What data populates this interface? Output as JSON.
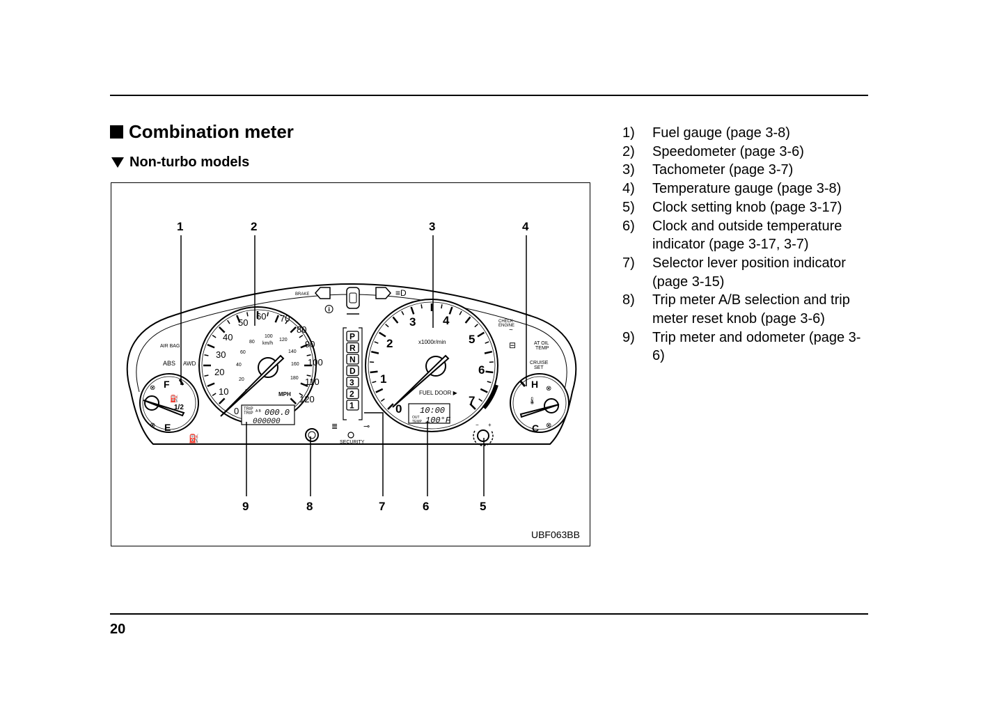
{
  "section": {
    "title": "Combination meter",
    "marker_icon": "square-icon"
  },
  "subsection": {
    "title": "Non-turbo models",
    "marker_icon": "triangle-down-icon"
  },
  "figure": {
    "code": "UBF063BB",
    "callouts_top": [
      "1",
      "2",
      "3",
      "4"
    ],
    "callouts_bottom": [
      "9",
      "8",
      "7",
      "6",
      "5"
    ],
    "speedometer": {
      "mph_labels": [
        "0",
        "10",
        "20",
        "30",
        "40",
        "50",
        "60",
        "70",
        "80",
        "90",
        "100",
        "110",
        "120"
      ],
      "kmh_labels": [
        "0",
        "20",
        "40",
        "60",
        "80",
        "100",
        "120",
        "140",
        "160",
        "180"
      ],
      "kmh_unit": "km/h",
      "mph_unit": "MPH",
      "trip_label_a": "TRIP",
      "trip_label_b": "TRIP",
      "trip_ab": "A B",
      "trip_value": "000.0",
      "odometer_value": "000000"
    },
    "tachometer": {
      "labels": [
        "0",
        "1",
        "2",
        "3",
        "4",
        "5",
        "6",
        "7"
      ],
      "unit": "x1000r/min",
      "fuel_door": "FUEL DOOR ▶",
      "clock_value": "10:00",
      "out_temp_label_a": "OUT",
      "out_temp_label_b": "TEMP",
      "out_temp_value": "100°F"
    },
    "fuel_gauge": {
      "full": "F",
      "half": "1/2",
      "empty": "E"
    },
    "temp_gauge": {
      "hot": "H",
      "cold": "C"
    },
    "gear_positions": [
      "P",
      "R",
      "N",
      "D",
      "3",
      "2",
      "1"
    ],
    "warning_labels": {
      "brake": "BRAKE",
      "air_bag": "AIR BAG",
      "abs": "ABS",
      "awd": "AWD",
      "check_engine_a": "CHECK",
      "check_engine_b": "ENGINE",
      "at_oil_temp_a": "AT OIL",
      "at_oil_temp_b": "TEMP",
      "cruise_set_a": "CRUISE",
      "cruise_set_b": "SET",
      "security": "SECURITY",
      "minus": "−",
      "plus": "+"
    }
  },
  "legend": [
    {
      "num": "1)",
      "text": "Fuel gauge (page 3-8)"
    },
    {
      "num": "2)",
      "text": "Speedometer (page 3-6)"
    },
    {
      "num": "3)",
      "text": "Tachometer (page 3-7)"
    },
    {
      "num": "4)",
      "text": "Temperature gauge (page 3-8)"
    },
    {
      "num": "5)",
      "text": "Clock setting knob (page 3-17)"
    },
    {
      "num": "6)",
      "text": "Clock and outside temperature indicator (page 3-17, 3-7)"
    },
    {
      "num": "7)",
      "text": "Selector lever position indicator (page 3-15)"
    },
    {
      "num": "8)",
      "text": "Trip meter A/B selection and trip meter reset knob (page 3-6)"
    },
    {
      "num": "9)",
      "text": "Trip meter and odometer (page 3-6)"
    }
  ],
  "page_number": "20"
}
